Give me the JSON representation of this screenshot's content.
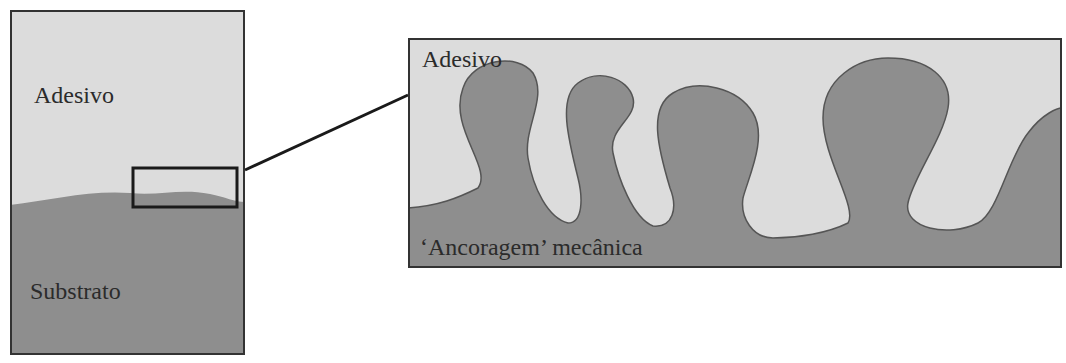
{
  "diagram": {
    "nodes": [
      {
        "text": [
          "Adesivo",
          "Substrato"
        ]
      },
      {
        "text": [
          "Adesivo",
          "‘Ancoragem’ mecânica"
        ]
      }
    ],
    "edges": [
      {
        "from": 0,
        "to": 1,
        "arrow": "none"
      }
    ]
  }
}
